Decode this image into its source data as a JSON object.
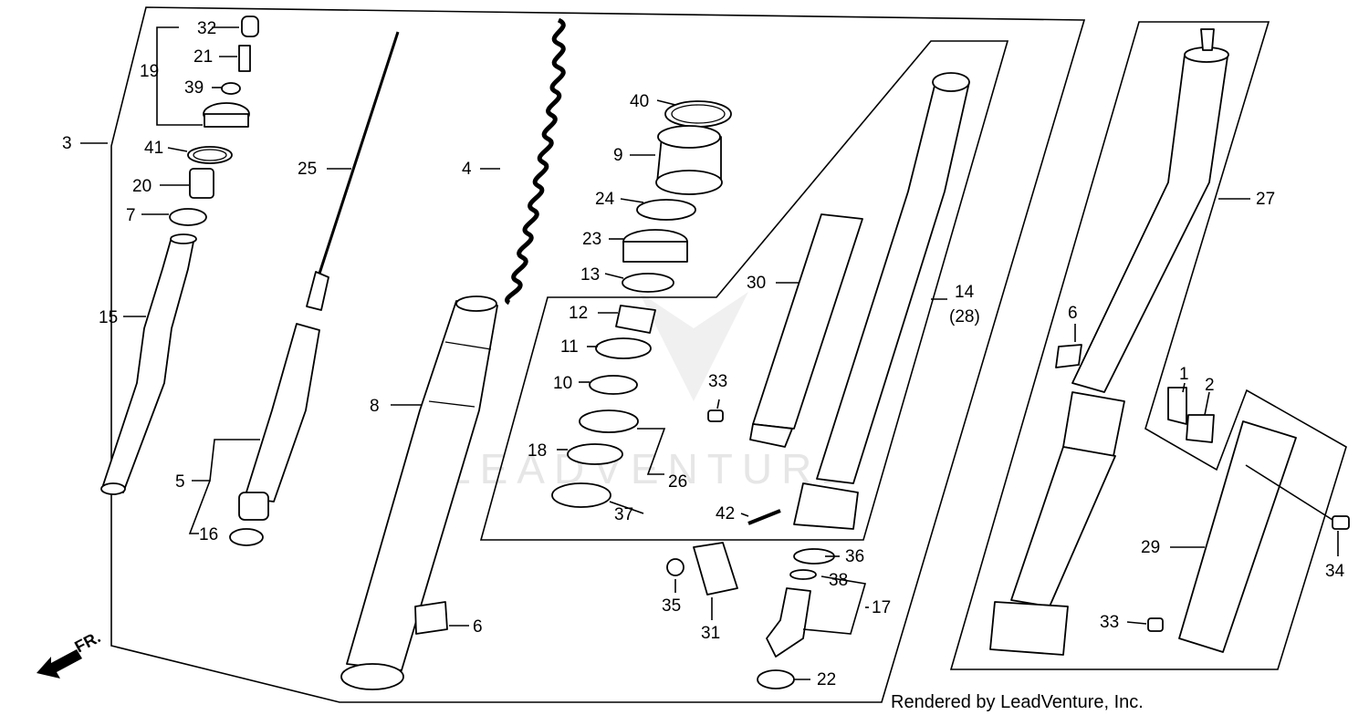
{
  "labels": {
    "l1": "1",
    "l2": "2",
    "l3": "3",
    "l4": "4",
    "l5": "5",
    "l6a": "6",
    "l6b": "6",
    "l7": "7",
    "l8": "8",
    "l9": "9",
    "l10": "10",
    "l11": "11",
    "l12": "12",
    "l13": "13",
    "l14": "14",
    "l14b": "(28)",
    "l15": "15",
    "l16": "16",
    "l17": "17",
    "l18": "18",
    "l19": "19",
    "l20": "20",
    "l21": "21",
    "l22": "22",
    "l23": "23",
    "l24": "24",
    "l25": "25",
    "l26": "26",
    "l27": "27",
    "l29": "29",
    "l30": "30",
    "l31": "31",
    "l32": "32",
    "l33a": "33",
    "l33b": "33",
    "l34": "34",
    "l35": "35",
    "l36": "36",
    "l37": "37",
    "l38": "38",
    "l39": "39",
    "l40": "40",
    "l41": "41",
    "l42": "42"
  },
  "direction_label": "FR.",
  "watermark": "LEADVENTURE",
  "credit": "Rendered by LeadVenture, Inc."
}
